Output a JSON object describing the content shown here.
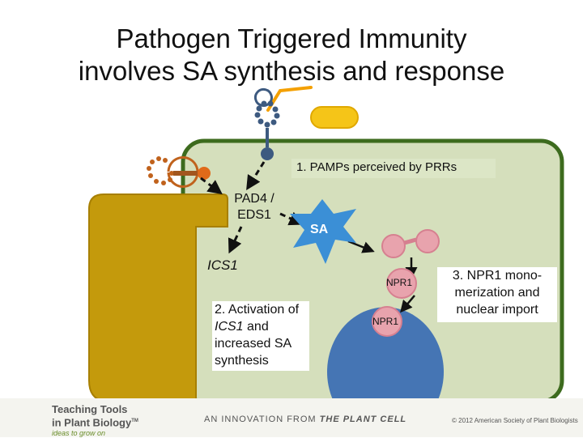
{
  "title": {
    "line1": "Pathogen Triggered Immunity",
    "line2": "involves SA synthesis and response"
  },
  "labels": {
    "step1": "1. PAMPs perceived by PRRs",
    "pad4_line1": "PAD4 /",
    "pad4_line2": "EDS1",
    "sa": "SA",
    "ics1": "ICS1",
    "npr1_cytoplasm": "NPR1",
    "npr1_nucleus": "NPR1",
    "step2_prefix": "2. Activation of ",
    "step2_gene": "ICS1",
    "step2_suffix": " and increased SA synthesis",
    "step3_line1": "3. NPR1 mono-",
    "step3_line2": "merization and",
    "step3_line3": "nuclear import"
  },
  "footer": {
    "logo_line1": "Teaching Tools",
    "logo_line2": "in Plant Biology",
    "logo_tm": "TM",
    "logo_tagline": "ideas to grow on",
    "innovation_prefix": "AN INNOVATION FROM ",
    "innovation_source": "THE PLANT CELL",
    "copyright": "© 2012 American Society of Plant Biologists"
  },
  "colors": {
    "cell_fill": "#d5dfbc",
    "cell_wall": "#3d6b1e",
    "chloroplast": "#c49a0c",
    "nucleus": "#4575b4",
    "npr1": "#e8a3ad",
    "sa_star": "#3b8fd6",
    "pathogen": "#f5c518",
    "prr": "#3d5a80",
    "flagellin": "#f4a000",
    "chitin_receptor": "#e06a1a"
  },
  "icons": [
    "pathogen-bacterium-icon",
    "flagellin-pamp-icon",
    "chitin-pamp-icon",
    "prr-receptor-icon",
    "sa-star-icon",
    "npr1-oligomer-icon",
    "npr1-monomer-icon",
    "leaf-logo-icon"
  ]
}
